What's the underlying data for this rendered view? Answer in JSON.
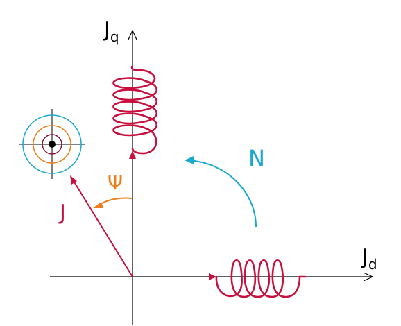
{
  "labels": {
    "q_axis_main": "J",
    "q_axis_sub": "q",
    "d_axis_main": "J",
    "d_axis_sub": "d",
    "rotation": "N",
    "angle": "Ψ",
    "vector": "J"
  },
  "colors": {
    "axis": "#000000",
    "winding": "#c8103e",
    "vector": "#c8103e",
    "rotation": "#19a8cf",
    "angle": "#ef7d1a",
    "target_outer": "#19a8cf",
    "target_middle": "#ef7d1a",
    "target_inner": "#8a1030",
    "target_center": "#000000"
  }
}
